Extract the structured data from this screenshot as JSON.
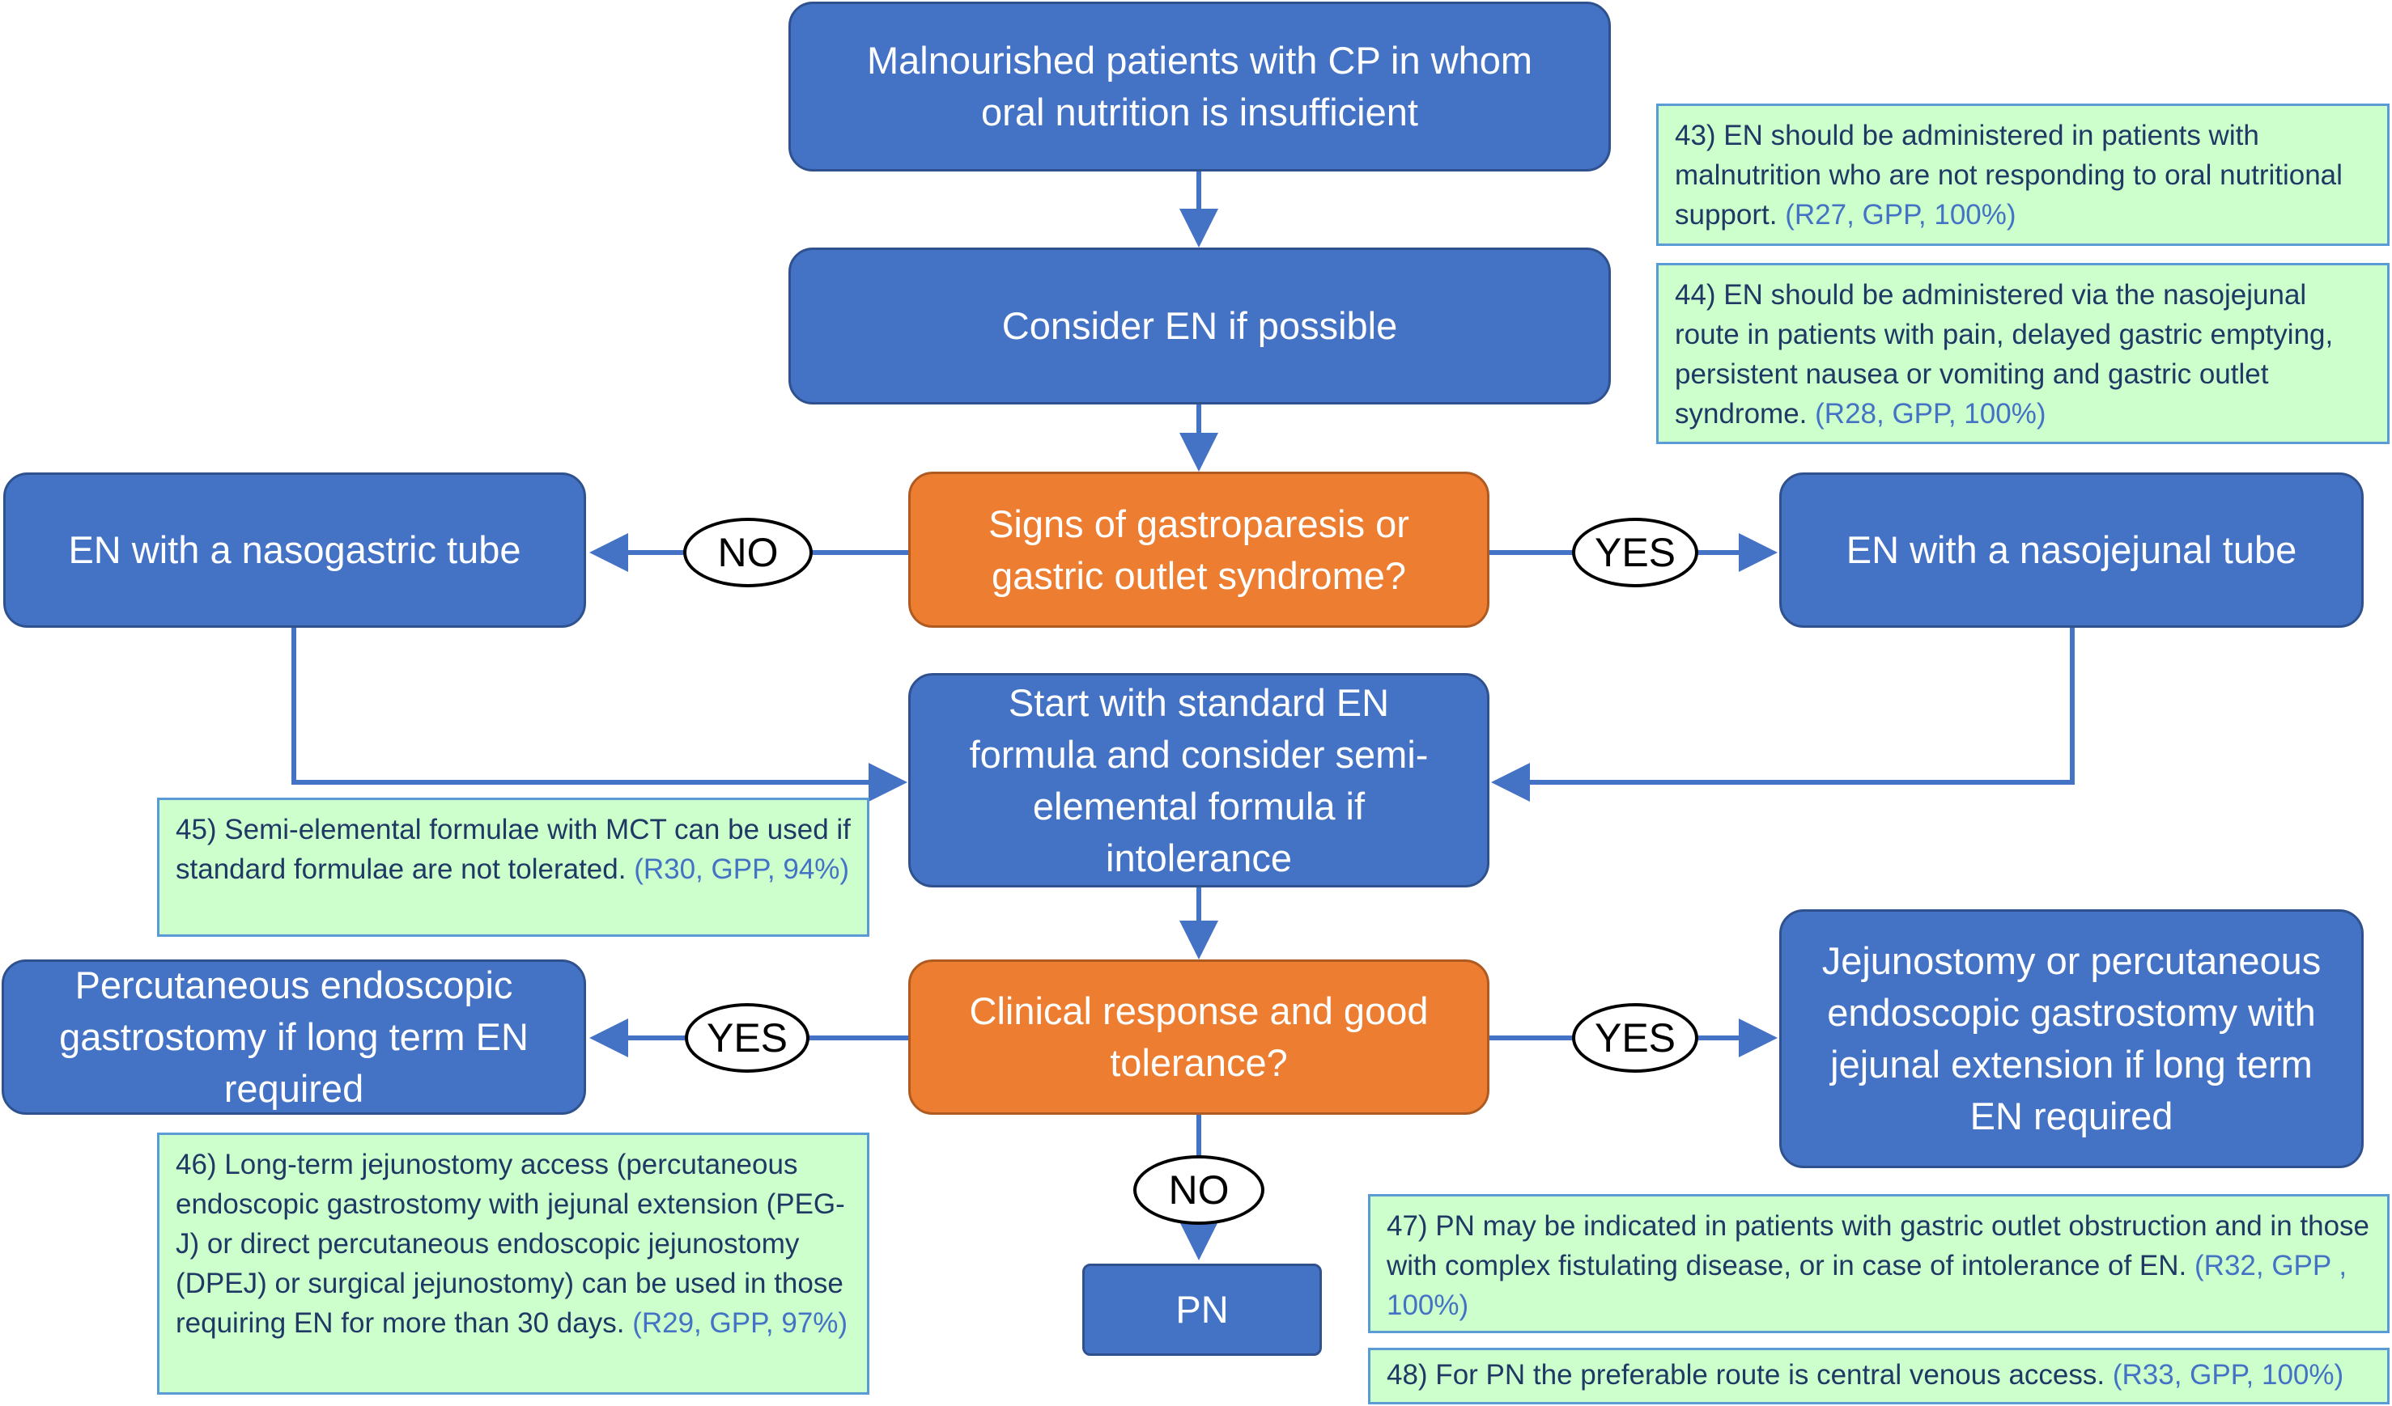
{
  "nodes": {
    "malnourished": "Malnourished patients with CP in whom oral nutrition is insufficient",
    "consider_en": "Consider EN if possible",
    "gastroparesis_question": "Signs of gastroparesis or gastric outlet syndrome?",
    "nasogastric": "EN with a nasogastric tube",
    "nasojejunal": "EN with a nasojejunal tube",
    "standard_formula": "Start with standard EN formula and consider semi-elemental formula if intolerance",
    "clinical_response_question": "Clinical response and good tolerance?",
    "peg": "Percutaneous endoscopic gastrostomy if long term EN required",
    "jejunostomy": "Jejunostomy or percutaneous endoscopic gastrostomy with jejunal extension if long term EN required",
    "pn": "PN"
  },
  "edge_labels": {
    "no_left": "NO",
    "yes_right_1": "YES",
    "yes_left": "YES",
    "yes_right_2": "YES",
    "no_down": "NO"
  },
  "notes": [
    {
      "text": "43) EN should be administered in patients with malnutrition who are not responding to oral nutritional support.",
      "ref": "(R27, GPP, 100%)"
    },
    {
      "text": "44) EN should be administered via the nasojejunal route in patients with pain, delayed gastric emptying, persistent nausea or vomiting and gastric outlet syndrome.",
      "ref": "(R28, GPP, 100%)"
    },
    {
      "text": "45) Semi-elemental formulae with MCT can be used if standard formulae are not tolerated.",
      "ref": "(R30, GPP, 94%)"
    },
    {
      "text": "46) Long-term jejunostomy access (percutaneous endoscopic gastrostomy with jejunal extension (PEG-J) or direct percutaneous endoscopic jejunostomy (DPEJ) or surgical jejunostomy) can be used in those requiring EN for more than 30 days.",
      "ref": "(R29, GPP, 97%)"
    },
    {
      "text": "47) PN may be indicated in patients with gastric outlet obstruction and in those with complex fistulating disease, or in case of intolerance of EN.",
      "ref": "(R32, GPP , 100%)"
    },
    {
      "text": "48) For PN the preferable route is central venous access.",
      "ref": "(R33, GPP, 100%)"
    }
  ],
  "colors": {
    "node_blue": "#4472c4",
    "node_orange": "#ed7d31",
    "note_green": "#ccffcc",
    "connector": "#4472c4",
    "reference_text": "#4472c4"
  }
}
